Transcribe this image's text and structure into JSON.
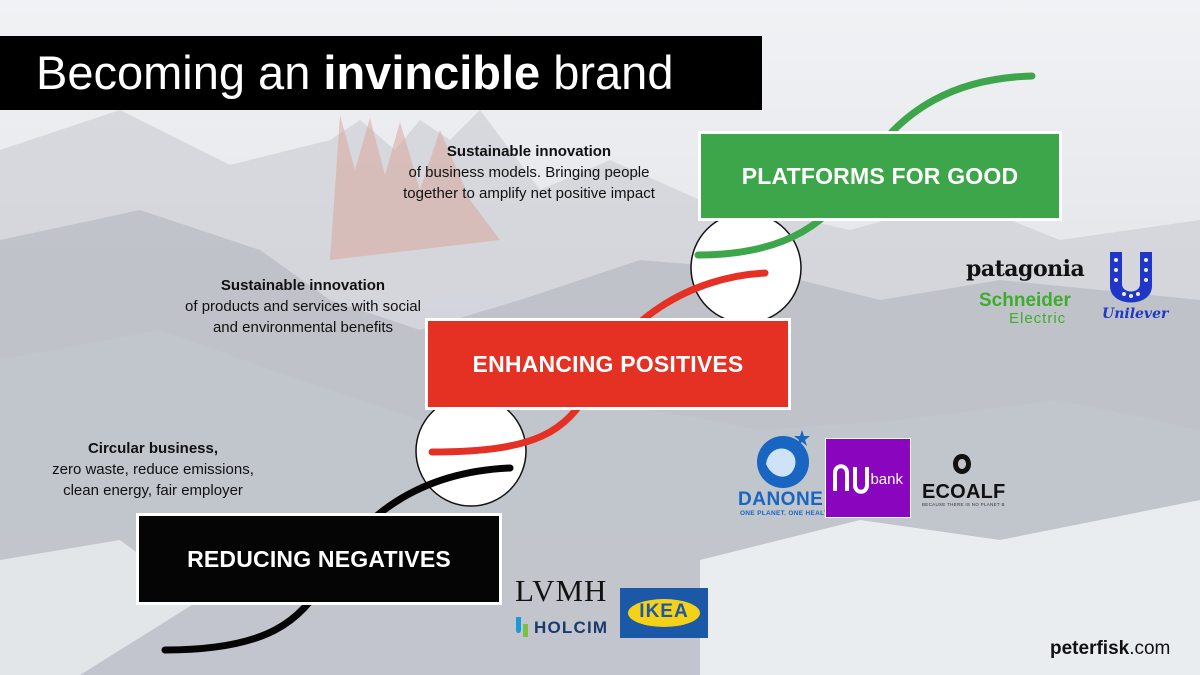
{
  "title": {
    "prefix": "Becoming an ",
    "emphasis": "invincible",
    "suffix": " brand"
  },
  "stages": [
    {
      "label": "PLATFORMS FOR GOOD",
      "color": "#3ea64a",
      "desc_heading": "Sustainable innovation",
      "desc_body_lines": [
        "of business models. Bringing people",
        "together to amplify net positive impact"
      ]
    },
    {
      "label": "ENHANCING POSITIVES",
      "color": "#e43123",
      "desc_heading": "Sustainable innovation",
      "desc_body_lines": [
        "of products and services with social",
        "and environmental benefits"
      ]
    },
    {
      "label": "REDUCING NEGATIVES",
      "color": "#050505",
      "desc_heading": "Circular business,",
      "desc_body_lines": [
        "zero waste, reduce emissions,",
        "clean energy, fair employer"
      ]
    }
  ],
  "logos": {
    "patagonia": "patagonia",
    "schneider": {
      "name": "Schneider",
      "sub": "Electric"
    },
    "unilever": "Unilever",
    "danone": {
      "name": "DANONE",
      "tag": "ONE PLANET. ONE HEALTH"
    },
    "nubank": {
      "wordmark": "nu",
      "word": "bank"
    },
    "ecoalf": {
      "name": "ECOALF",
      "tag": "BECAUSE THERE IS NO PLANET B"
    },
    "lvmh": "LVMH",
    "holcim": "HOLCIM",
    "ikea": "IKEA"
  },
  "site": {
    "bold": "peterfisk",
    "rest": ".com"
  },
  "colors": {
    "green": "#3ea64a",
    "red": "#e43123",
    "black": "#050505",
    "unilever_blue": "#1f36c7",
    "danone_blue": "#1865c2",
    "nubank_purple": "#8a05be",
    "ikea_blue": "#1b58a7",
    "ikea_yellow": "#f7d117",
    "schneider_green": "#3dae2b"
  }
}
